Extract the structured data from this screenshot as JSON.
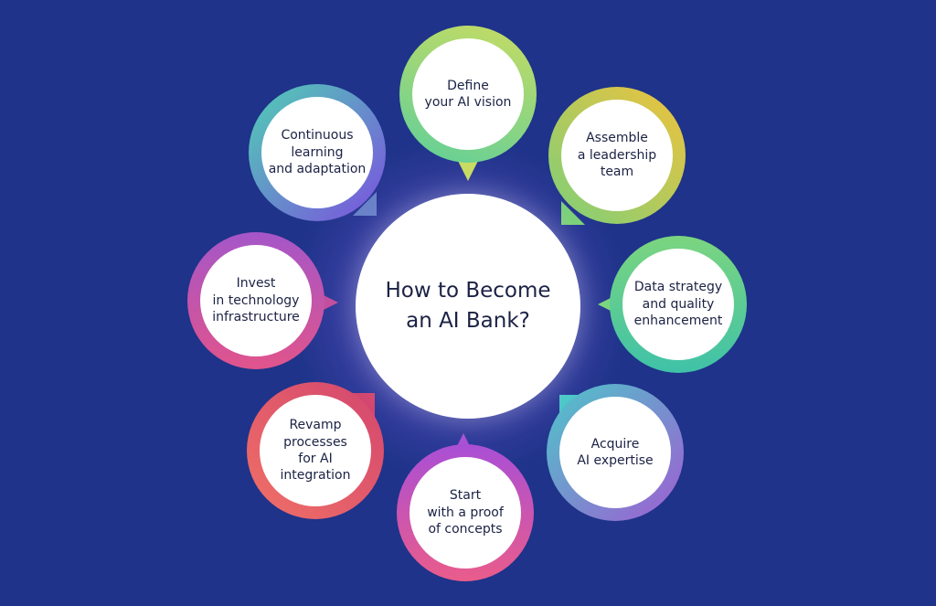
{
  "center": {
    "title": "How to Become an AI Bank?"
  },
  "steps": [
    {
      "label": "Define\nyour AI vision"
    },
    {
      "label": "Assemble\na leadership\nteam"
    },
    {
      "label": "Data strategy\nand quality\nenhancement"
    },
    {
      "label": "Acquire\nAI expertise"
    },
    {
      "label": "Start\nwith a proof\nof concepts"
    },
    {
      "label": "Revamp\nprocesses\nfor AI\nintegration"
    },
    {
      "label": "Invest\nin technology\ninfrastructure"
    },
    {
      "label": "Continuous\nlearning\nand adaptation"
    }
  ],
  "colors": {
    "background": "#1e3389",
    "step_1": [
      "#5fcf9a",
      "#c8dc62"
    ],
    "step_2": [
      "#f0c23c",
      "#7cd07a"
    ],
    "step_3": [
      "#7bd57f",
      "#3fc2a8"
    ],
    "step_4": [
      "#4cc7c9",
      "#a05cd3"
    ],
    "step_5": [
      "#a94fd6",
      "#ea5c8b"
    ],
    "step_6": [
      "#f07066",
      "#d3466f"
    ],
    "step_7": [
      "#a556c9",
      "#e0548c"
    ],
    "step_8": [
      "#7c4fe0",
      "#4fd0b4"
    ]
  }
}
